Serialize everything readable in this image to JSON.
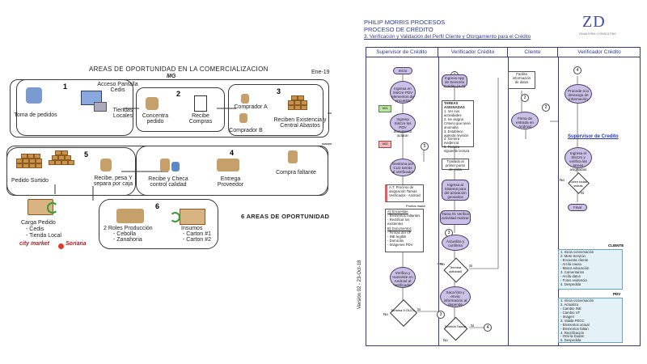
{
  "left": {
    "title": "AREAS DE OPORTUNIDAD EN LA COMERCIALIZACION",
    "subtitle": "MG",
    "date": "Ene-19",
    "step1": {
      "num": "1",
      "labels": [
        "Acceso Pantalla Cedis",
        "Toma de pedidos",
        "Tiendas Locales"
      ]
    },
    "step2": {
      "num": "2",
      "labels": [
        "Concentra pedido",
        "Recibe Compras"
      ]
    },
    "step3": {
      "num": "3",
      "labels": [
        "Comprador A",
        "Comprador B",
        "Reciben Existencia y Central Abastos"
      ]
    },
    "step4": {
      "num": "4",
      "labels": [
        "Recibe y Checa control calidad",
        "Entrega Proveedor",
        "Compra faltante"
      ]
    },
    "step5": {
      "num": "5",
      "labels": [
        "Pedido Surtido",
        "Recibe, pesa Y separa por caja"
      ]
    },
    "step6": {
      "num": "6",
      "labels": [
        "2 Roles Producción",
        "- Cebolla",
        "- Zanahoria",
        "Insumos",
        "- Carton #1",
        "- Carton #2"
      ]
    },
    "load": {
      "title": "Carga Pedido",
      "items": [
        "- Cedis",
        "- Tienda Local"
      ]
    },
    "areas_note": "6 AREAS DE OPORTUNIDAD",
    "brands": {
      "citymarket": "city market",
      "soriana": "Soriana"
    }
  },
  "right": {
    "header": {
      "company": "PHILIP MORRIS PROCESOS",
      "process": "PROCESO DE CRÉDITO",
      "subtitle": "3. Verificación y Validación del Perfil Cliente y Otorgamiento para el Crédito",
      "logo": "ZD",
      "logo_tag": "ZANAHORIA / CONSULTING"
    },
    "version": "Versión 02 - 23-Oct-18",
    "lanes": [
      "Supervisor de Crédito",
      "Verificador Crédito",
      "Cliente",
      "Verificador Crédito"
    ],
    "nodes": {
      "inicio": "Inicio",
      "n1": "Ingresa en SisCre PDV elementos de encuesta",
      "v01": "V01",
      "n2": "Ingresa SisCre los PDV documento aclarar",
      "v02": "V02",
      "n3": "Gestiona por CLD tareas al Verificador",
      "at": "A.T. Proceso de asignación Tareas Verificador - Android",
      "puntos": "Puntos mada",
      "enc_title": "A) Encuestas",
      "enc_items": [
        "- Elementos faltantes",
        "- Rectificar los existentes"
      ],
      "doc_title": "B) Documentos",
      "doc_items": [
        "- Firmas del VF",
        "- INE legible",
        "- Domicilio",
        "- Imágenes PDV"
      ],
      "n4": "Verifica y transmite en Android al Verificador",
      "term": "Termina 5 OLD's",
      "app": "Ingresa App de Sensoria Crédito (A-T)",
      "tareas_title": "TAREAS ASIGNADAS",
      "tareas": [
        "1. Ver sus actividades",
        "2. Se asigna Criterio que tiene anomalía",
        "3. Establece agenda revisión",
        "4. Genera evidencia",
        "5. Realiza siguiente lectura"
      ],
      "traslado": "Traslado al primer punto de visita",
      "sistema": "Ingresa al Sistema para del activación geosatica",
      "tarea1": "Tarea #1 Verifica actividad realizar",
      "actualiza": "Actualiza y confirma",
      "termina_act": "Termina actividad",
      "foto": "Saca foto y envía información al depende",
      "termina_tareas": "Termina Tareas",
      "facilita": "Facilita información de datos",
      "firma": "Firma de entrada en Android",
      "procede": "Procede a la descarga de información",
      "sup_link": "Supervisor de Credito",
      "ingresa_sis": "Ingresa el SisCre y verifica las tareas asignadas",
      "cubre": "Cubre todas tareas",
      "final": "Final",
      "si": "Si",
      "no": "No"
    },
    "cliente_box": {
      "title": "CLIENTE",
      "items": [
        "1. Inicia conversación",
        "2. Mete Servicio",
        "  - Encuesta cliente",
        "  - Arcila causa",
        "  - Marca educación",
        "3. Comentarios",
        "  - Arcila datos",
        "  - Fotos evidencia",
        "4. Despedida"
      ]
    },
    "pdv_box": {
      "title": "PDV",
      "items": [
        "1. Inicia conversación",
        "2. Actualiza",
        "  - Cambio INE",
        "  - Cambio VF",
        "  - Imagen",
        "3. Valida PECC",
        "  - Elementos actual",
        "  - Elementos faltan",
        "4. Rectificación",
        "  - Oral la Dudas",
        "5. Despedida"
      ]
    }
  }
}
